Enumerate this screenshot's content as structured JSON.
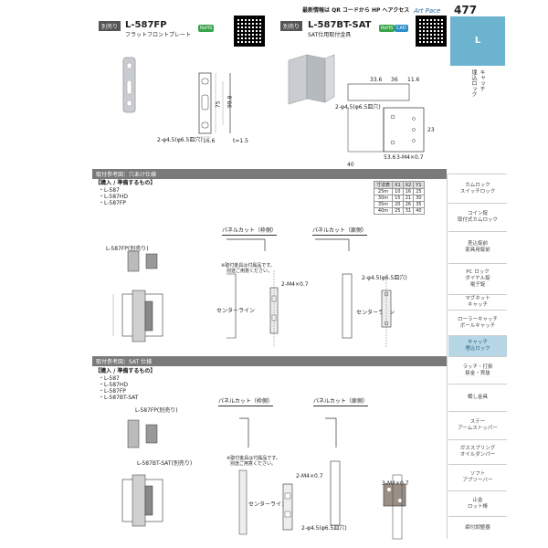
{
  "header": {
    "qr_notice": "最新情報は QR コードから HP へアクセス",
    "brand": "Art Pace",
    "page_number": "477"
  },
  "products": [
    {
      "tag": "別売り",
      "model": "L-587FP",
      "subtitle": "フラットフロントプレート",
      "badges": [
        "RoHS"
      ]
    },
    {
      "tag": "別売り",
      "model": "L-587BT-SAT",
      "subtitle": "SAT仕用取付金具",
      "badges": [
        "RoHS",
        "CAD"
      ]
    }
  ],
  "section1": {
    "title": "取付参考図：穴あけ仕様",
    "required_heading": "【購入 / 準備するもの】",
    "required_items": [
      "・L-587",
      "・L-587HD",
      "・L-587FP"
    ],
    "panel_cut_frame": "パネルカット（枠側）",
    "panel_cut_door": "パネルカット（扉側）",
    "note1": "※取付金具は付属品です。",
    "note2": "別途ご用意ください。",
    "label_center": "センターライン",
    "label_m4": "2-M4×0.7",
    "label_hole": "2-φ4.5(φ6.5皿穴)",
    "label_fp": "L-587FP(別売り)",
    "table": {
      "headers": [
        "寸法表",
        "X1",
        "X2",
        "Y1"
      ],
      "rows": [
        [
          "25m",
          "10",
          "16",
          "25"
        ],
        [
          "30m",
          "15",
          "21",
          "30"
        ],
        [
          "35m",
          "20",
          "26",
          "35"
        ],
        [
          "40m",
          "25",
          "31",
          "40"
        ]
      ]
    }
  },
  "section2": {
    "title": "取付参考図：SAT 仕様",
    "required_heading": "【購入 / 準備するもの】",
    "required_items": [
      "・L-587",
      "・L-587HD",
      "・L-587FP",
      "・L-587BT-SAT"
    ],
    "panel_cut_frame": "パネルカット（枠側）",
    "panel_cut_door": "パネルカット（扉側）",
    "label_fp": "L-587FP(別売り)",
    "label_sat": "L-587BT-SAT(別売り)",
    "note1": "※取付金具は付属品です。",
    "note2": "別途ご用意ください。",
    "label_center": "センターライン",
    "label_m4": "2-M4×0.7",
    "label_hole": "2-φ4.5(φ6.5皿穴)",
    "label_m4b": "3-M4×0.7"
  },
  "sidebar": {
    "top_letter": "L",
    "top_label": "キャッチ\n埋込ロック",
    "items": [
      {
        "label": "カムロック\nスイッチロック",
        "active": false
      },
      {
        "label": "コイン錠\n取付式カムロック",
        "active": false
      },
      {
        "label": "差込錠前\n家具用錠前",
        "active": false
      },
      {
        "label": "PC ロック\nダイヤル錠\n電子錠",
        "active": false
      },
      {
        "label": "マグネット\nキャッチ",
        "active": false
      },
      {
        "label": "ローラーキャッチ\nボールキャッチ",
        "active": false
      },
      {
        "label": "キャッチ\n埋込ロック",
        "active": true
      },
      {
        "label": "ラッチ・打掛\n掛金・貫抜",
        "active": false
      },
      {
        "label": "蝶し金具",
        "active": false
      },
      {
        "label": "ステー\nアームストッパー",
        "active": false
      },
      {
        "label": "ガススプリング\nオイルダンパー",
        "active": false
      },
      {
        "label": "ソフト\nアブソーバー",
        "active": false
      },
      {
        "label": "止金\nロット棒",
        "active": false
      },
      {
        "label": "締付調整器",
        "active": false
      }
    ]
  },
  "dims": {
    "fp": [
      "16.6",
      "99.8",
      "75",
      "t=1.5",
      "2-φ4.5(φ6.5皿穴)"
    ],
    "bt": [
      "33.6",
      "36",
      "11.6",
      "2-φ4.5(φ6.5皿穴)",
      "3-M4×0.7",
      "53.6",
      "40",
      "23"
    ]
  }
}
